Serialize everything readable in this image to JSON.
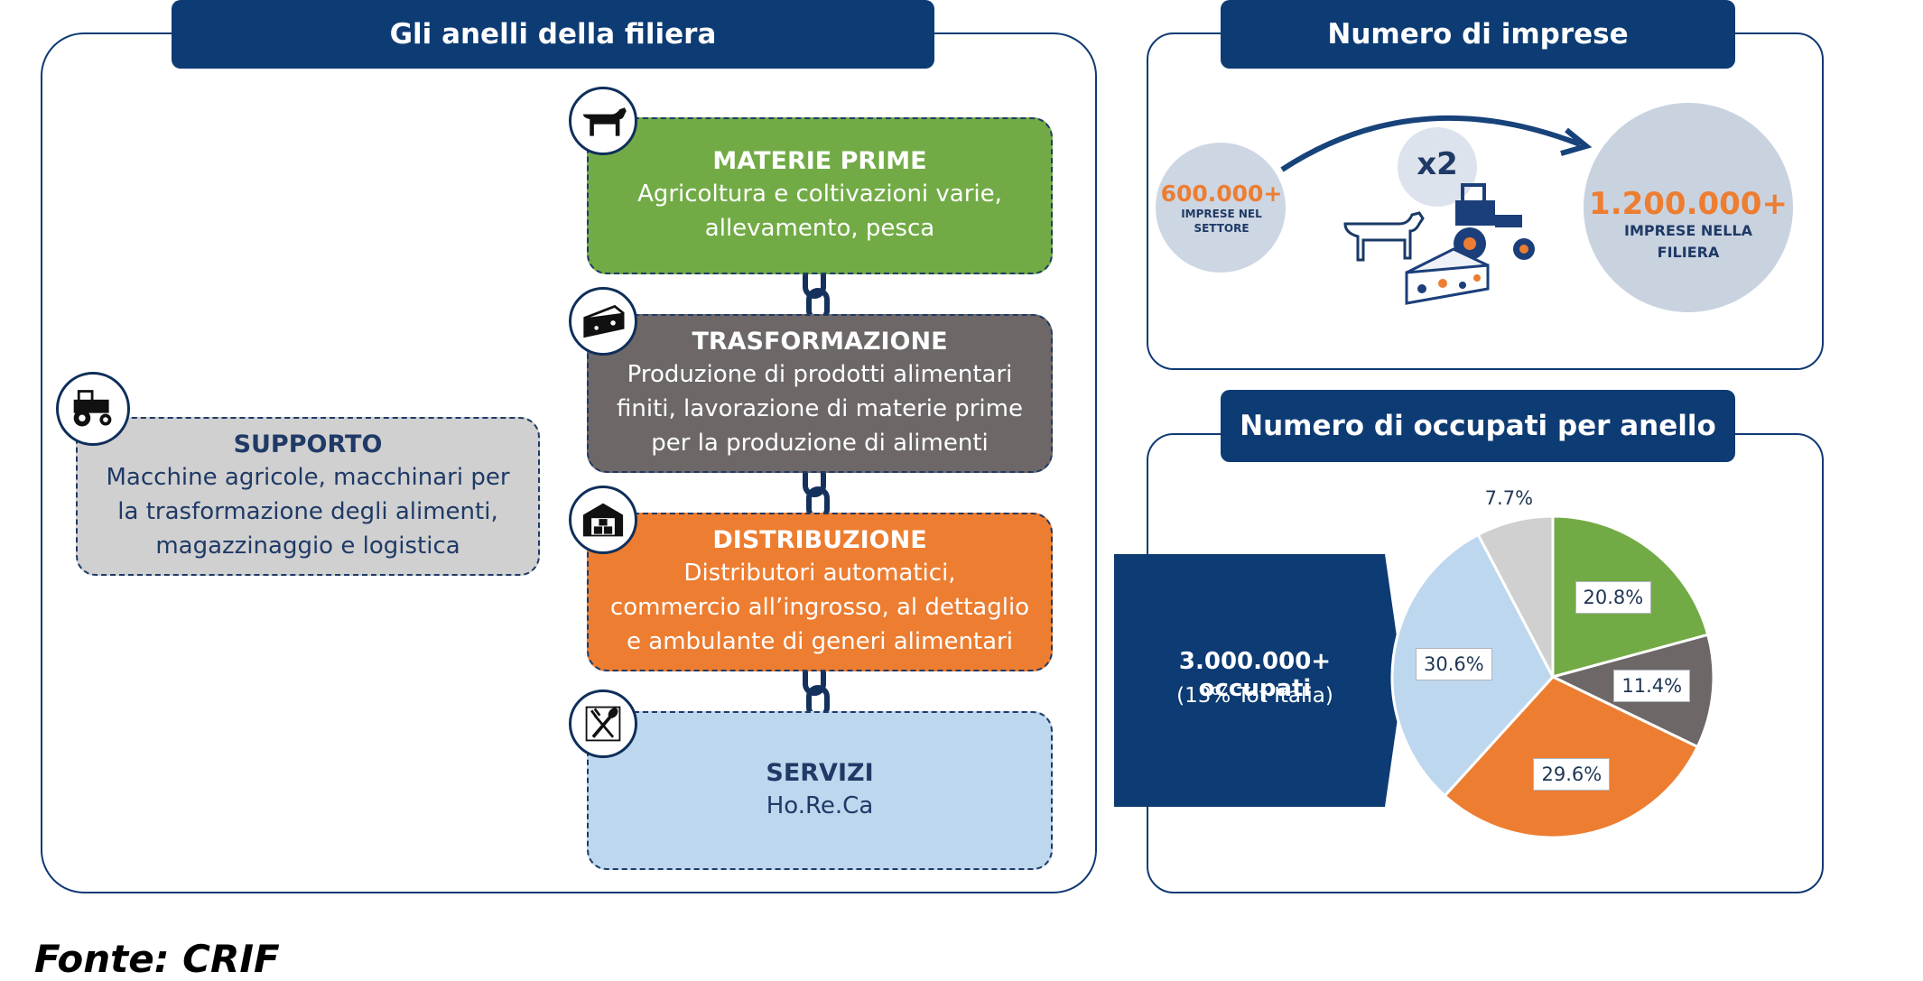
{
  "left_panel": {
    "title": "Gli anelli della filiera",
    "materie_prime": {
      "title": "MATERIE PRIME",
      "line1": "Agricoltura e coltivazioni varie,",
      "line2": "allevamento, pesca"
    },
    "trasformazione": {
      "title": "TRASFORMAZIONE",
      "line1": "Produzione di prodotti alimentari",
      "line2": "finiti, lavorazione di materie prime",
      "line3": "per la produzione di alimenti"
    },
    "distribuzione": {
      "title": "DISTRIBUZIONE",
      "line1": "Distributori automatici,",
      "line2": "commercio all’ingrosso, al dettaglio",
      "line3": "e ambulante di generi alimentari"
    },
    "servizi": {
      "title": "SERVIZI",
      "line1": "Ho.Re.Ca"
    },
    "supporto": {
      "title": "SUPPORTO",
      "line1": "Macchine agricole, macchinari per",
      "line2": "la trasformazione degli alimenti,",
      "line3": "magazzinaggio e logistica"
    }
  },
  "imprese_panel": {
    "title": "Numero di imprese",
    "small_value": "600.000+",
    "small_line1": "IMPRESE NEL",
    "small_line2": "SETTORE",
    "multiplier": "x2",
    "big_value": "1.200.000+",
    "big_line1": "IMPRESE NELLA",
    "big_line2": "FILIERA"
  },
  "occupati_panel": {
    "title": "Numero di occupati per anello",
    "total": "3.000.000+ occupati",
    "total_sub": "(13% Tot Italia)"
  },
  "chart_data": {
    "type": "pie",
    "title": "Numero di occupati per anello",
    "slices": [
      {
        "name": "MATERIE PRIME",
        "value": 20.8,
        "label": "20.8%",
        "color": "#72ab46"
      },
      {
        "name": "TRASFORMAZIONE",
        "value": 11.4,
        "label": "11.4%",
        "color": "#6d6767"
      },
      {
        "name": "DISTRIBUZIONE",
        "value": 29.6,
        "label": "29.6%",
        "color": "#ed7d31"
      },
      {
        "name": "SERVIZI",
        "value": 30.6,
        "label": "30.6%",
        "color": "#bdd7ee"
      },
      {
        "name": "SUPPORTO",
        "value": 7.7,
        "label": "7.7%",
        "color": "#d0d0d0"
      }
    ]
  },
  "source": "Fonte: CRIF",
  "colors": {
    "navy": "#0d3b73",
    "green": "#72ab46",
    "grey": "#6d6767",
    "orange": "#ed7d31",
    "lightblue": "#bdd7ee",
    "lightgrey": "#d0d0d0"
  },
  "icons": [
    "cow-icon",
    "cheese-icon",
    "warehouse-icon",
    "cutlery-icon",
    "tractor-icon"
  ]
}
